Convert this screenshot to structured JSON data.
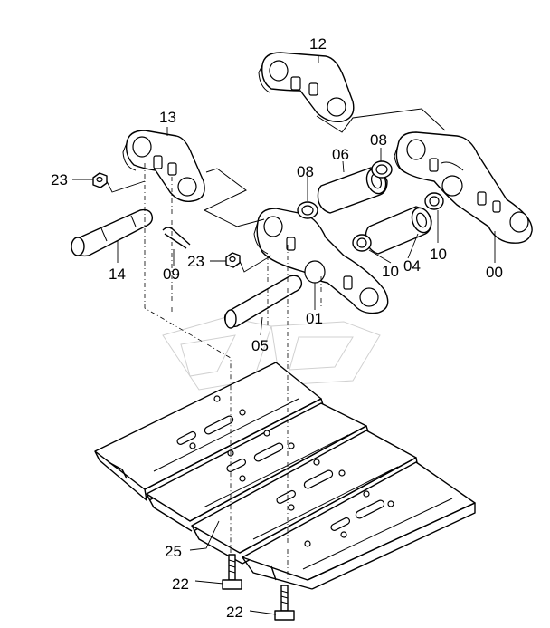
{
  "diagram": {
    "labels": {
      "p12": "12",
      "p13": "13",
      "p06": "06",
      "p08a": "08",
      "p08b": "08",
      "p23a": "23",
      "p23b": "23",
      "p14": "14",
      "p09": "09",
      "p10a": "10",
      "p10b": "10",
      "p04": "04",
      "p00": "00",
      "p01": "01",
      "p05": "05",
      "p25": "25",
      "p22a": "22",
      "p22b": "22"
    }
  }
}
